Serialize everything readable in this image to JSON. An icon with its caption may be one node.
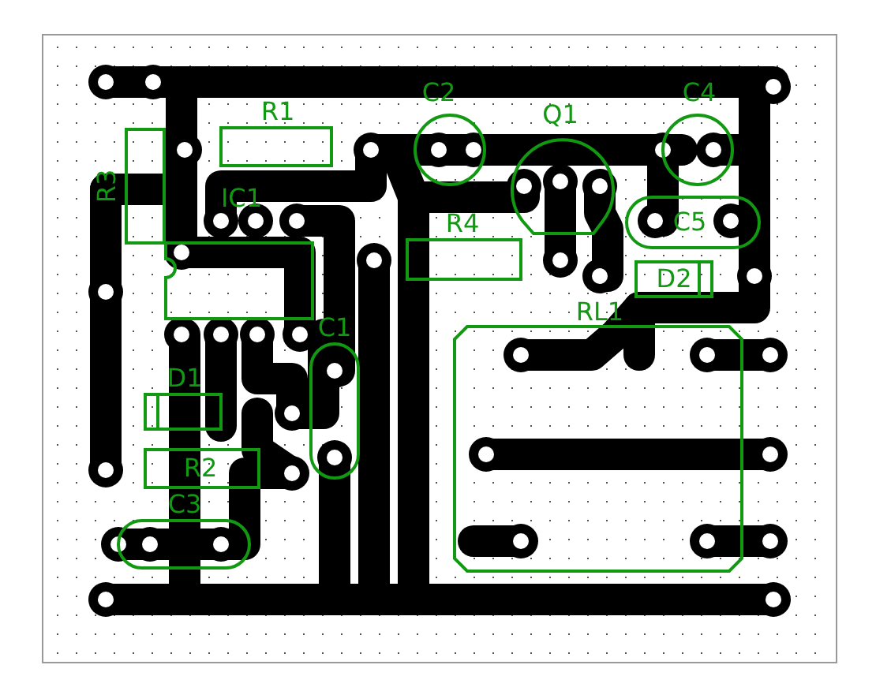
{
  "diagram": {
    "labels": [
      "R1",
      "C2",
      "Q1",
      "C4",
      "R3",
      "IC1",
      "R4",
      "C5",
      "D2",
      "C1",
      "RL1",
      "D1",
      "R2",
      "C3"
    ]
  }
}
